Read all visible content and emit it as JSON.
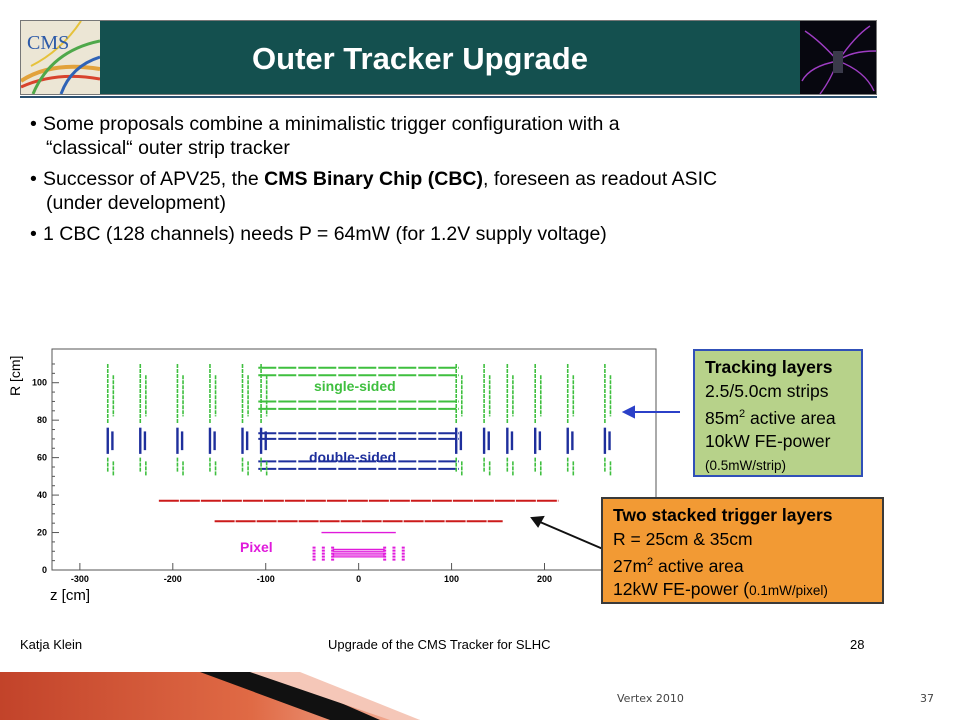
{
  "header": {
    "logo_text": "CMS",
    "title": "Outer Tracker Upgrade"
  },
  "bullets": [
    {
      "pre": "Some proposals combine a minimalistic trigger configuration with a",
      "line2": "“classical“ outer strip tracker"
    },
    {
      "pre": "Successor of APV25, the ",
      "bold": "CMS Binary Chip (CBC)",
      "post": ", foreseen as readout ASIC",
      "line2": "(under development)"
    },
    {
      "pre": "1 CBC (128 channels) needs P = 64mW (for 1.2V supply voltage)"
    }
  ],
  "chart_data": {
    "type": "diagram",
    "ylabel": "R [cm]",
    "xlabel": "z [cm]",
    "x_ticks": [
      "-300",
      "-200",
      "-100",
      "0",
      "100",
      "200"
    ],
    "y_ticks": [
      "0",
      "20",
      "40",
      "60",
      "80",
      "100"
    ],
    "xlim": [
      -330,
      320
    ],
    "ylim": [
      0,
      118
    ],
    "labels": {
      "single": "single-sided",
      "double": "double-sided",
      "pixel": "Pixel"
    },
    "colors": {
      "single": "#3fbf3f",
      "double": "#1e2f9c",
      "trigger": "#cc1a1a",
      "pixel": "#e01adb"
    }
  },
  "boxes": {
    "tracking": {
      "title": "Tracking layers",
      "line1": "2.5/5.0cm strips",
      "line2a": "85m",
      "line2sup": "2",
      "line2b": " active area",
      "line3": "10kW FE-power",
      "line4": "(0.5mW/strip)"
    },
    "trigger": {
      "title": "Two stacked trigger layers",
      "line1": "R = 25cm & 35cm",
      "line2a": "27m",
      "line2sup": "2",
      "line2b": " active area",
      "line3a": "12kW FE-power (",
      "line3small": "0.1mW/pixel)"
    }
  },
  "slide_footer": {
    "author": "Katja Klein",
    "title": "Upgrade of the CMS Tracker for SLHC",
    "page": "28"
  },
  "master_footer": {
    "event": "Vertex 2010",
    "number": "37"
  }
}
